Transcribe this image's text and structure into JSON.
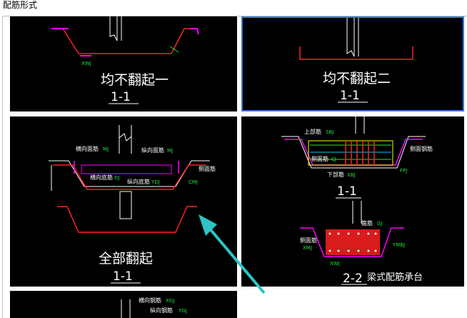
{
  "window": {
    "title": "配筋形式"
  },
  "options": [
    {
      "caption": "均不翻起一",
      "section": "1-1",
      "labels": [
        "XWJ"
      ]
    },
    {
      "caption": "均不翻起二",
      "section": "1-1",
      "selected": true
    },
    {
      "caption": "全部翻起",
      "section": "1-1",
      "labels": [
        "横向面筋",
        "MJ",
        "纵向面筋",
        "MJ",
        "横向底筋",
        "DJ",
        "纵向底筋",
        "YDJ",
        "CMJ",
        "侧面筋"
      ]
    },
    {
      "caption": "梁式配筋承台",
      "sections": [
        "1-1",
        "2-2"
      ],
      "labels": [
        "上部筋",
        "SBJ",
        "侧面筋",
        "CJ",
        "下部筋",
        "XBJ",
        "FPJ",
        "箍筋",
        "GJ",
        "XMJ",
        "YMBJ",
        "XWJ",
        "侧面筋",
        "侧面钢筋"
      ]
    },
    {
      "labels": [
        "横向钢筋",
        "XGJ",
        "纵向钢筋",
        "YGJ"
      ]
    }
  ],
  "colors": {
    "selection_border": "#3b78d8",
    "annotation_arrow": "#2ec4c8",
    "rebar_red": "#ff2020",
    "rebar_magenta": "#ff00ff",
    "rebar_green": "#23e23d",
    "rebar_yellow": "#ffff00"
  }
}
